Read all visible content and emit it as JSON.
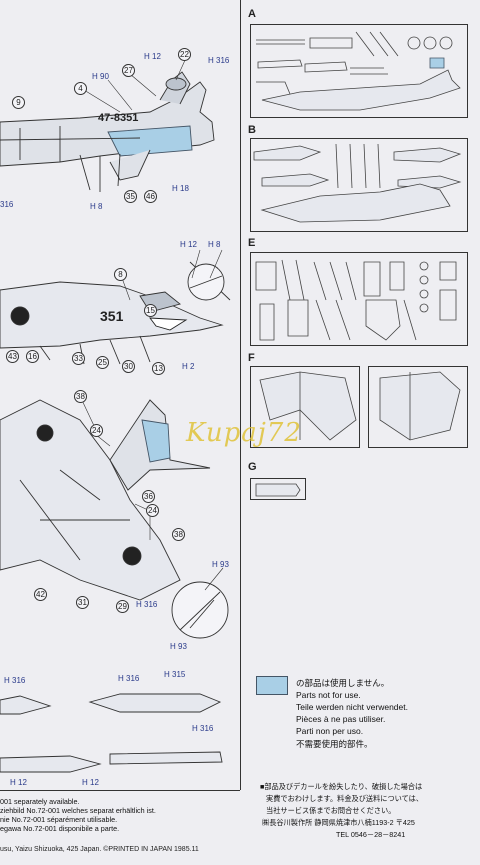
{
  "sections": [
    "A",
    "B",
    "E",
    "F",
    "G"
  ],
  "left": {
    "serial_top": "47-8351",
    "serial_side": "351",
    "callouts": [
      {
        "id": "h90",
        "text": "H 90"
      },
      {
        "id": "h12a",
        "text": "H 12"
      },
      {
        "id": "h316a",
        "text": "H 316"
      },
      {
        "id": "h18",
        "text": "H 18"
      },
      {
        "id": "h8a",
        "text": "H 8"
      },
      {
        "id": "h316b",
        "text": "316"
      },
      {
        "id": "h12b",
        "text": "H 12"
      },
      {
        "id": "h8b",
        "text": "H 8"
      },
      {
        "id": "h2",
        "text": "H 2"
      },
      {
        "id": "h93a",
        "text": "H 93"
      },
      {
        "id": "h316c",
        "text": "H 316"
      },
      {
        "id": "h93b",
        "text": "H 93"
      },
      {
        "id": "h316d",
        "text": "H 316"
      },
      {
        "id": "h315",
        "text": "H 315"
      },
      {
        "id": "h316e",
        "text": "H 316"
      },
      {
        "id": "h316f",
        "text": "H 316"
      },
      {
        "id": "h12c",
        "text": "H 12"
      },
      {
        "id": "h12d",
        "text": "H 12"
      }
    ],
    "part_numbers": [
      {
        "id": "p22",
        "text": "22"
      },
      {
        "id": "p27",
        "text": "27"
      },
      {
        "id": "p4",
        "text": "4"
      },
      {
        "id": "p9",
        "text": "9"
      },
      {
        "id": "p35",
        "text": "35"
      },
      {
        "id": "p46",
        "text": "46"
      },
      {
        "id": "p8",
        "text": "8"
      },
      {
        "id": "p15",
        "text": "15"
      },
      {
        "id": "p43",
        "text": "43"
      },
      {
        "id": "p16",
        "text": "16"
      },
      {
        "id": "p33",
        "text": "33"
      },
      {
        "id": "p25",
        "text": "25"
      },
      {
        "id": "p30",
        "text": "30"
      },
      {
        "id": "p13",
        "text": "13"
      },
      {
        "id": "p38a",
        "text": "38"
      },
      {
        "id": "p24a",
        "text": "24"
      },
      {
        "id": "p36",
        "text": "36"
      },
      {
        "id": "p24b",
        "text": "24"
      },
      {
        "id": "p38b",
        "text": "38"
      },
      {
        "id": "p42",
        "text": "42"
      },
      {
        "id": "p31",
        "text": "31"
      },
      {
        "id": "p29",
        "text": "29"
      }
    ]
  },
  "notes": {
    "not_for_use_ja": "の部品は使用しません。",
    "not_for_use_en": "Parts not for use.",
    "not_for_use_de": "Teile werden nicht verwendet.",
    "not_for_use_fr": "Pièces à ne pas utiliser.",
    "not_for_use_it": "Parti non per uso.",
    "not_for_use_zh": "不需要使用的部件。"
  },
  "bottom": {
    "left_lines": [
      "001  separately  available.",
      "ziehbild  No.72-001  welches  separat  erhältlich  ist.",
      "nie  No.72-001  séparément  utilisable.",
      "egawa  No.72-001  disponibile  a  parte."
    ],
    "right_lines": [
      "■部品及びデカールを紛失したり、破損した場合は",
      "実費でおわけします。料金及び送料については、",
      "当社サービス係までお問合せください。",
      "㈱長谷川製作所  静岡県焼津市八楠1193-2 〒425",
      "TEL 0546－28－8241"
    ],
    "footer": "usu, Yaizu Shizuoka, 425 Japan.    ©PRINTED IN JAPAN  1985.11"
  },
  "watermark": "Kupaj72",
  "colors": {
    "accent_blue": "#a9cfe6",
    "callout_text": "#2a3a8a"
  }
}
